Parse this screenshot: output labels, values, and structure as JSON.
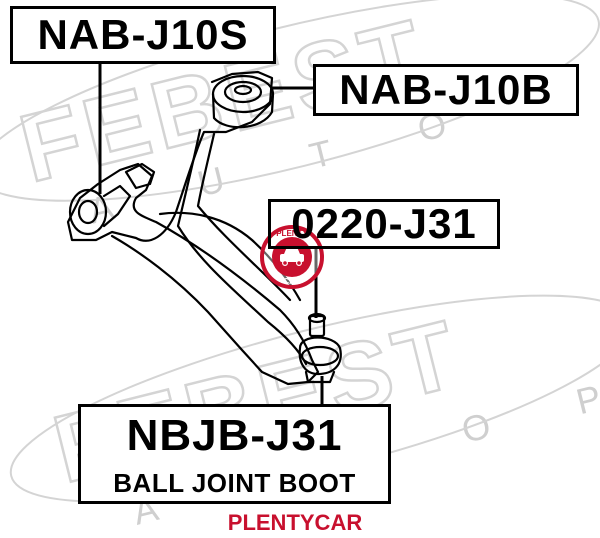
{
  "parts": {
    "upper_bushing": {
      "code": "NAB-J10S"
    },
    "rear_bushing": {
      "code": "NAB-J10B"
    },
    "ball_joint": {
      "code": "0220-J31"
    },
    "boot": {
      "code": "NBJB-J31",
      "description": "BALL JOINT BOOT"
    }
  },
  "watermark": {
    "brand": "FEBEST",
    "subtitle": "AUTO PARTS",
    "stamp_text": [
      "PLENTY",
      "CAR"
    ]
  },
  "brand_label": "PLENTYCAR",
  "colors": {
    "line": "#000000",
    "watermark": "#d4d4d4",
    "accent": "#c8102e"
  },
  "icons": [
    "car-icon"
  ]
}
